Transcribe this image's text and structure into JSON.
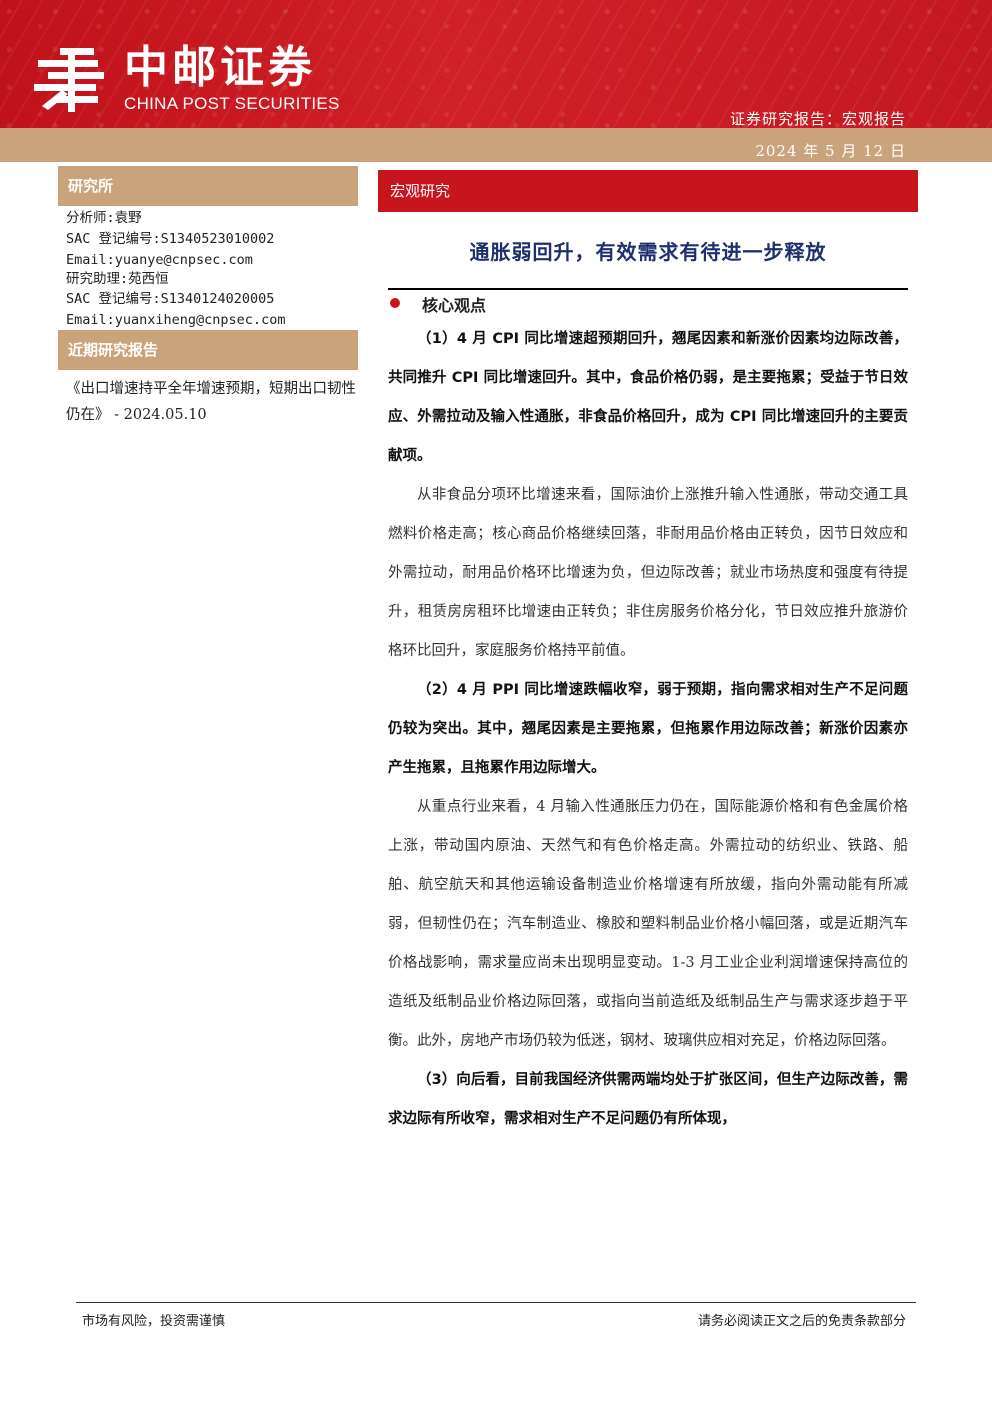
{
  "header": {
    "brand_cn": "中邮证券",
    "brand_en": "CHINA POST SECURITIES",
    "report_type": "证券研究报告：宏观报告",
    "date": "2024 年 5 月 12 日"
  },
  "sidebar": {
    "institute_title": "研究所",
    "analyst_lines": [
      "分析师:袁野",
      "SAC 登记编号:S1340523010002",
      "Email:yuanye@cnpsec.com",
      "研究助理:苑西恒",
      "SAC 登记编号:S1340124020005",
      "Email:yuanxiheng@cnpsec.com"
    ],
    "recent_title": "近期研究报告",
    "recent_report": "《出口增速持平全年增速预期，短期出口韧性仍在》 - 2024.05.10"
  },
  "main": {
    "category": "宏观研究",
    "title": "通胀弱回升，有效需求有待进一步释放",
    "section_heading": "核心观点",
    "paragraphs": [
      {
        "bold": true,
        "text": "（1）4 月 CPI 同比增速超预期回升，翘尾因素和新涨价因素均边际改善，共同推升 CPI 同比增速回升。其中，食品价格仍弱，是主要拖累；受益于节日效应、外需拉动及输入性通胀，非食品价格回升，成为 CPI 同比增速回升的主要贡献项。"
      },
      {
        "bold": false,
        "text": "从非食品分项环比增速来看，国际油价上涨推升输入性通胀，带动交通工具燃料价格走高；核心商品价格继续回落，非耐用品价格由正转负，因节日效应和外需拉动，耐用品价格环比增速为负，但边际改善；就业市场热度和强度有待提升，租赁房房租环比增速由正转负；非住房服务价格分化，节日效应推升旅游价格环比回升，家庭服务价格持平前值。"
      },
      {
        "bold": true,
        "text": "（2）4 月 PPI 同比增速跌幅收窄，弱于预期，指向需求相对生产不足问题仍较为突出。其中，翘尾因素是主要拖累，但拖累作用边际改善；新涨价因素亦产生拖累，且拖累作用边际增大。"
      },
      {
        "bold": false,
        "text": "从重点行业来看，4 月输入性通胀压力仍在，国际能源价格和有色金属价格上涨，带动国内原油、天然气和有色价格走高。外需拉动的纺织业、铁路、船舶、航空航天和其他运输设备制造业价格增速有所放缓，指向外需动能有所减弱，但韧性仍在；汽车制造业、橡胶和塑料制品业价格小幅回落，或是近期汽车价格战影响，需求量应尚未出现明显变动。1-3 月工业企业利润增速保持高位的造纸及纸制品业价格边际回落，或指向当前造纸及纸制品生产与需求逐步趋于平衡。此外，房地产市场仍较为低迷，钢材、玻璃供应相对充足，价格边际回落。"
      },
      {
        "bold": true,
        "text": "（3）向后看，目前我国经济供需两端均处于扩张区间，但生产边际改善，需求边际有所收窄，需求相对生产不足问题仍有所体现，"
      }
    ]
  },
  "footer": {
    "left": "市场有风险，投资需谨慎",
    "right": "请务必阅读正文之后的免责条款部分"
  }
}
